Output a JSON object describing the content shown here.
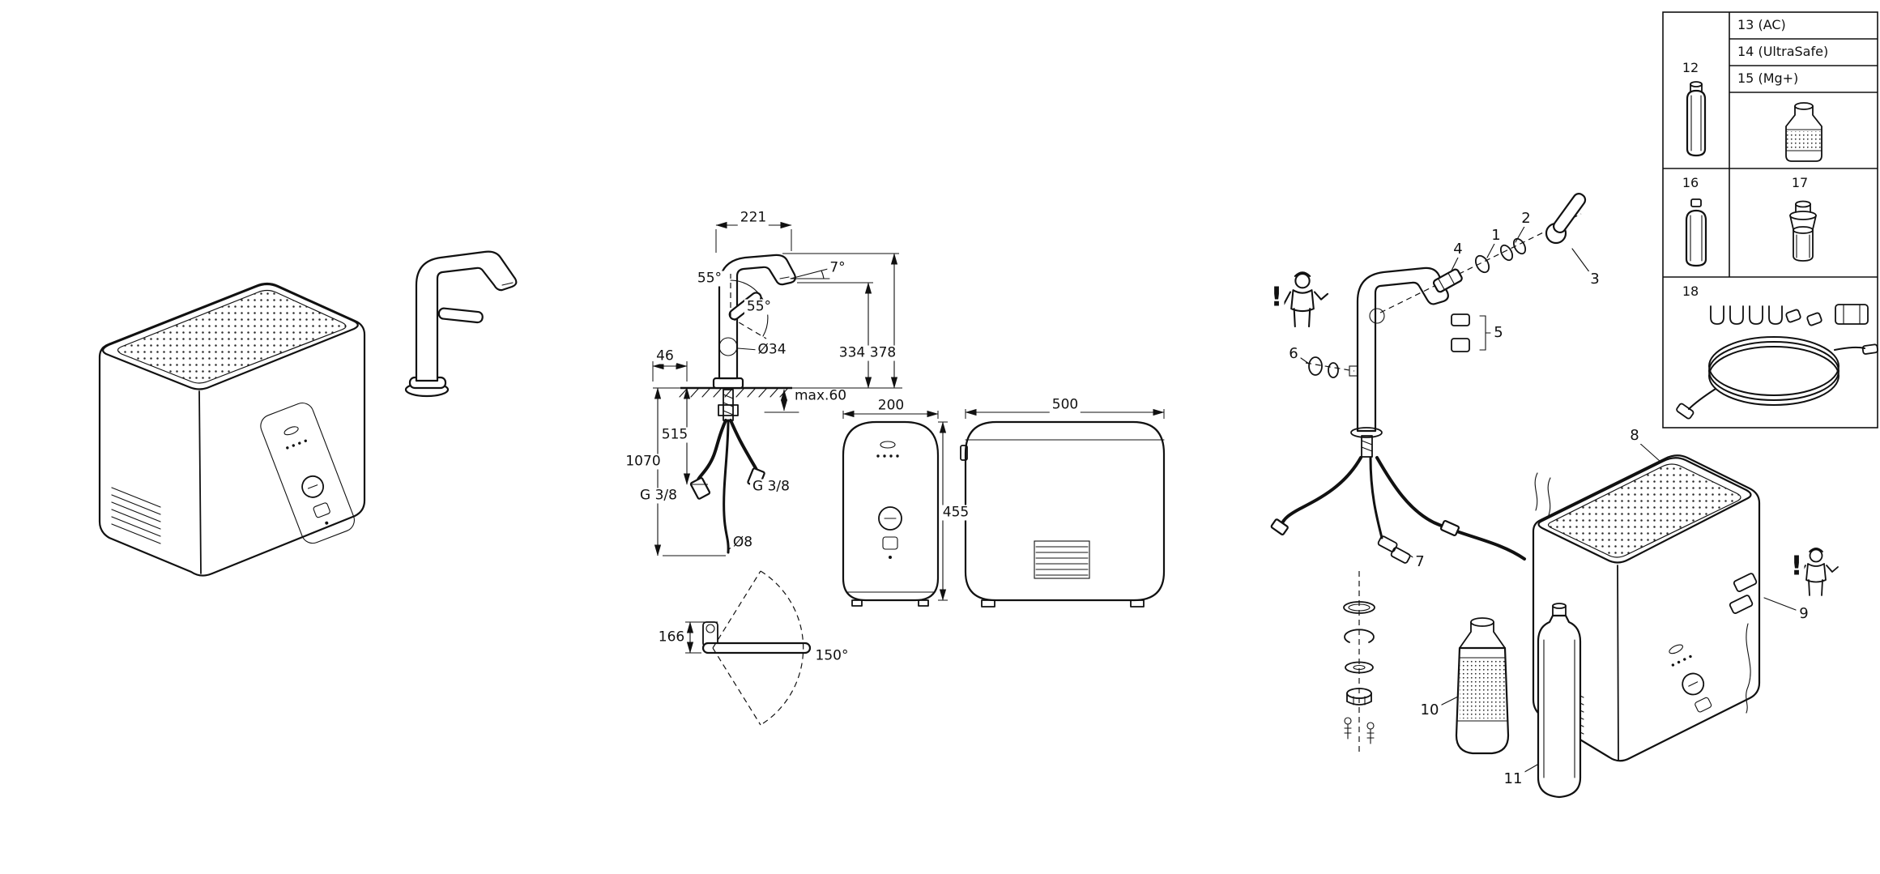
{
  "drawing": {
    "faucet_dims": {
      "spout_reach": "221",
      "spout_angle": "7°",
      "handle_angle_a": "55°",
      "handle_angle_b": "55°",
      "outlet_height": "334",
      "overall_height": "378",
      "rear_offset": "46",
      "body_diameter": "Ø34",
      "deck_thickness": "max.60",
      "hose_length_a": "515",
      "hose_length_b": "1070",
      "thread_left": "G 3/8",
      "thread_right": "G 3/8",
      "hose_diameter": "Ø8",
      "side_height": "166",
      "swivel_range": "150°"
    },
    "cooler_dims": {
      "width": "200",
      "height": "455",
      "depth": "500"
    }
  },
  "exploded": {
    "callouts": [
      "1",
      "2",
      "3",
      "4",
      "5",
      "6",
      "7",
      "8",
      "9",
      "10",
      "11"
    ],
    "warning_mark": "!"
  },
  "legend": {
    "item12": "12",
    "item13": "13 (AC)",
    "item14": "14 (UltraSafe)",
    "item15": "15 (Mg+)",
    "item16": "16",
    "item17": "17",
    "item18": "18"
  }
}
